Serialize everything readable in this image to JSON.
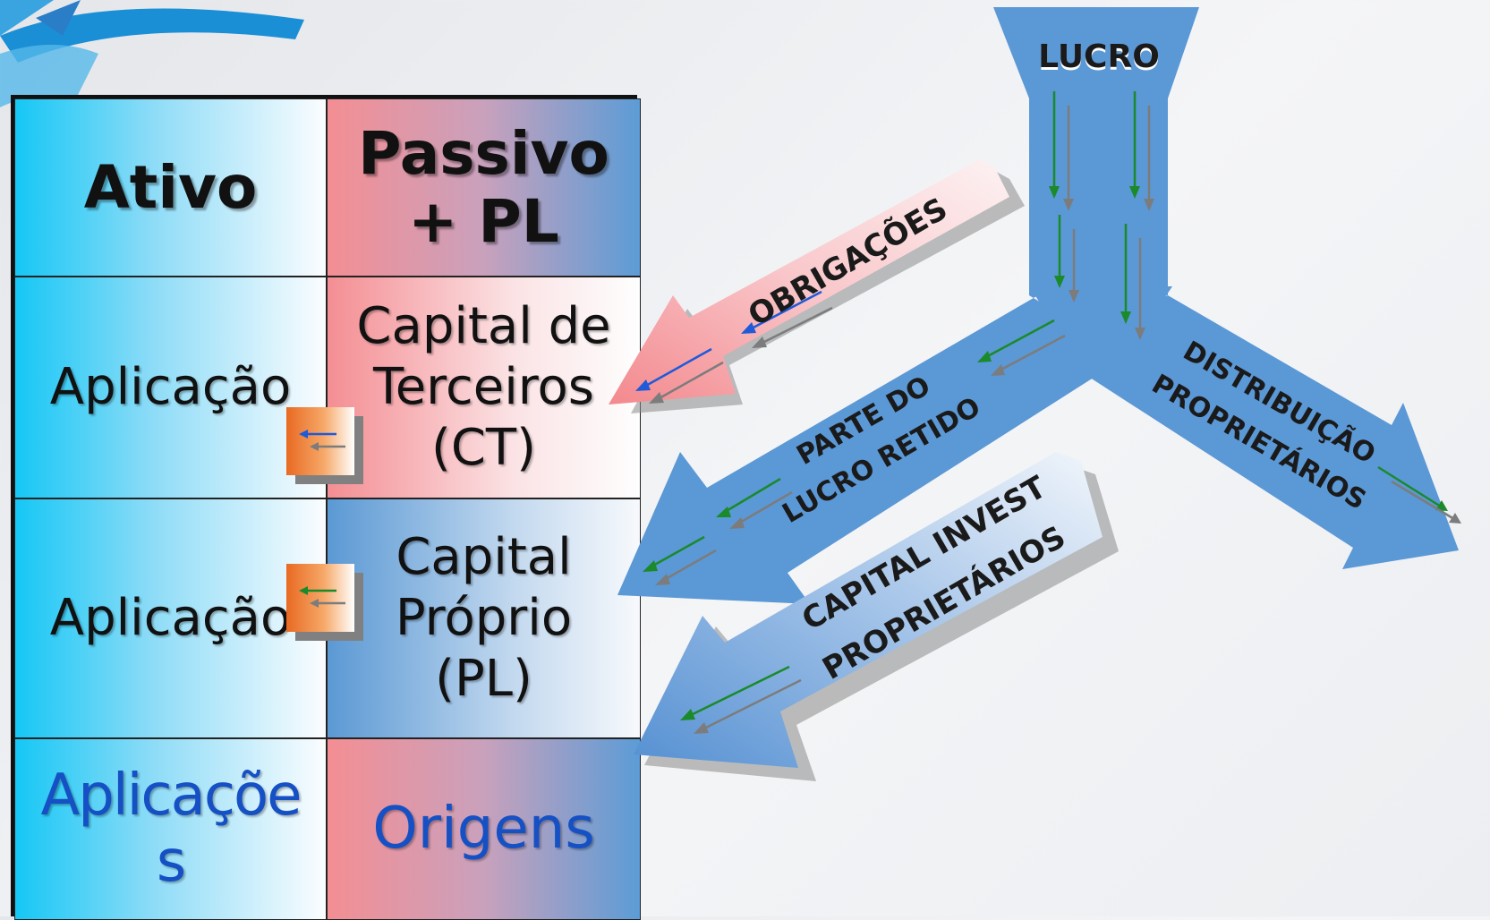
{
  "balance_sheet": {
    "header": {
      "ativo": "Ativo",
      "passivo_line1": "Passivo",
      "passivo_line2": "+ PL"
    },
    "row1": {
      "left": "Aplicação",
      "right_line1": "Capital de",
      "right_line2": "Terceiros",
      "right_line3": "(CT)"
    },
    "row2": {
      "left": "Aplicação",
      "right_line1": "Capital",
      "right_line2": "Próprio",
      "right_line3": "(PL)"
    },
    "footer": {
      "left_line1": "Aplicaçõe",
      "left_line2": "s",
      "right": "Origens"
    }
  },
  "flow": {
    "lucro": "LUCRO",
    "obrigacoes": "OBRIGAÇÕES",
    "parte_line1": "PARTE DO",
    "parte_line2": "LUCRO RETIDO",
    "distrib_line1": "DISTRIBUIÇÃO",
    "distrib_line2": "PROPRIETÁRIOS",
    "capital_line1": "CAPITAL INVEST",
    "capital_line2": "PROPRIETÁRIOS"
  },
  "colors": {
    "flow_blue": "#5b98d6",
    "ct_pink": "#f4989c",
    "text_blue": "#1550c4",
    "arrow_green": "#1a8a2a",
    "arrow_gray": "#7c7c7c",
    "arrow_blue": "#1f5ad8",
    "icon_orange": "#e86a22"
  }
}
